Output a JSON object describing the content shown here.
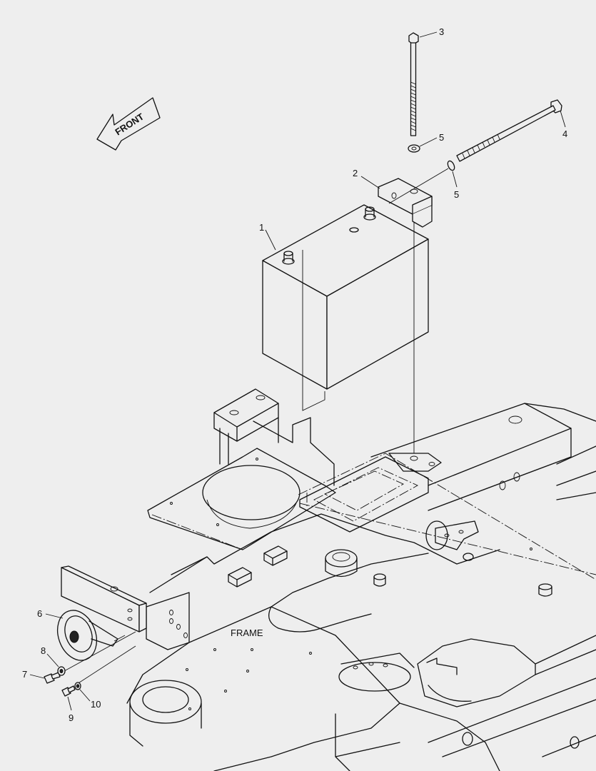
{
  "diagram": {
    "front_label": "FRONT",
    "frame_label": "FRAME",
    "callouts": [
      {
        "id": "c1",
        "text": "1"
      },
      {
        "id": "c2",
        "text": "2"
      },
      {
        "id": "c3",
        "text": "3"
      },
      {
        "id": "c4",
        "text": "4"
      },
      {
        "id": "c5a",
        "text": "5"
      },
      {
        "id": "c5b",
        "text": "5"
      },
      {
        "id": "c6",
        "text": "6"
      },
      {
        "id": "c7",
        "text": "7"
      },
      {
        "id": "c8",
        "text": "8"
      },
      {
        "id": "c9",
        "text": "9"
      },
      {
        "id": "c10",
        "text": "10"
      }
    ]
  }
}
